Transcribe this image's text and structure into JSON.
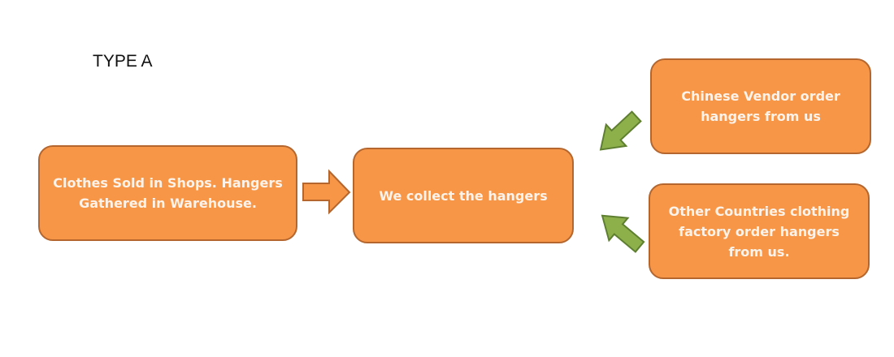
{
  "title": "TYPE A",
  "nodes": {
    "shops": "Clothes Sold in Shops.  Hangers Gathered in Warehouse.",
    "collect": "We collect the hangers",
    "chinese_vendor": "Chinese Vendor order hangers from us",
    "other_countries": "Other Countries clothing factory order hangers from us."
  },
  "colors": {
    "box_fill": "#f79646",
    "box_border": "#b4662e",
    "arrow_orange": "#f79646",
    "arrow_green": "#8db04b",
    "arrow_green_border": "#5f7f30"
  }
}
